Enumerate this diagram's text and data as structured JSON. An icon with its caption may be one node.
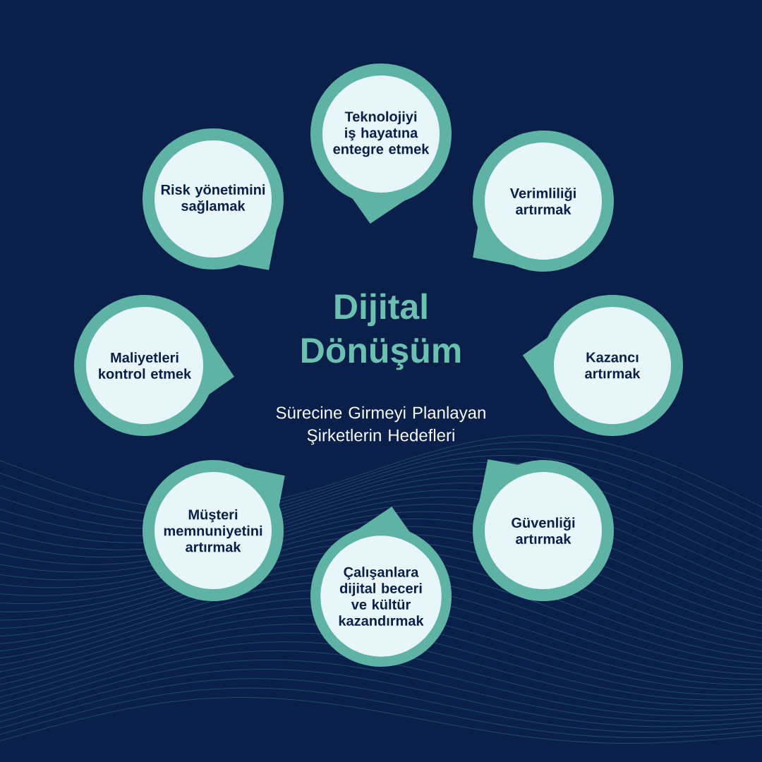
{
  "diagram": {
    "title": "Dijital Dönüşüm",
    "nodes": [
      {
        "text": [
          "Teknolojiyi iş hayatına entegre etmek"
        ]
      },
      {
        "text": [
          "Risk yönetimini sağlamak"
        ]
      },
      {
        "text": [
          "Verimliliği artırmak"
        ]
      },
      {
        "text": [
          "Maliyetleri kontrol etmek"
        ]
      },
      {
        "text": [
          "Kazancı artırmak"
        ]
      },
      {
        "text": [
          "Müşteri memnuniyetini artırmak"
        ]
      },
      {
        "text": [
          "Güvenliği artırmak"
        ]
      },
      {
        "text": [
          "Çalışanlara dijital beceri ve kültür kazandırmak"
        ]
      }
    ],
    "labels": [
      "Sürecine Girmeyi Planlayan Şirketlerin Hedefleri"
    ]
  }
}
